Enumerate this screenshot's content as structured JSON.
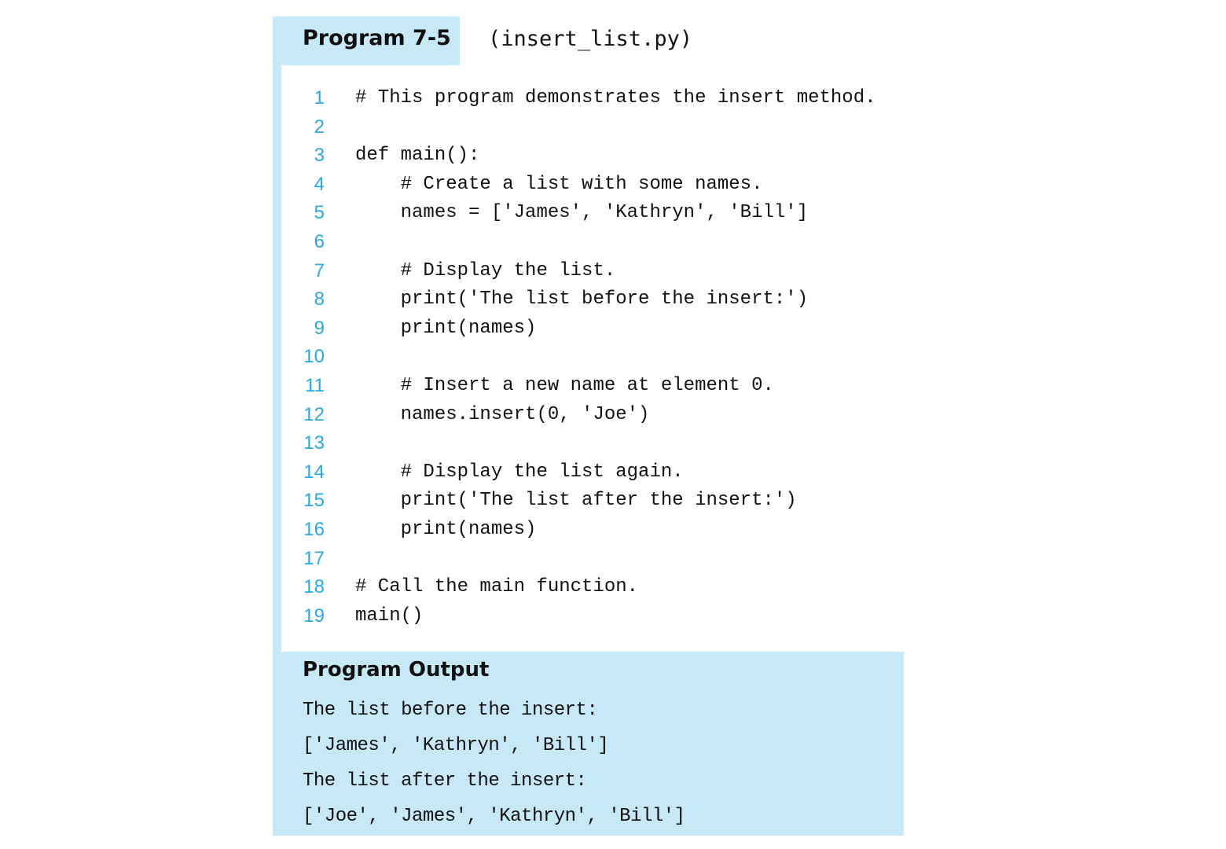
{
  "program": {
    "title": "Program 7-5",
    "filename": "(insert_list.py)"
  },
  "code_lines": [
    {
      "number": "1",
      "text": "# This program demonstrates the insert method."
    },
    {
      "number": "2",
      "text": ""
    },
    {
      "number": "3",
      "text": "def main():"
    },
    {
      "number": "4",
      "text": "    # Create a list with some names."
    },
    {
      "number": "5",
      "text": "    names = ['James', 'Kathryn', 'Bill']"
    },
    {
      "number": "6",
      "text": ""
    },
    {
      "number": "7",
      "text": "    # Display the list."
    },
    {
      "number": "8",
      "text": "    print('The list before the insert:')"
    },
    {
      "number": "9",
      "text": "    print(names)"
    },
    {
      "number": "10",
      "text": ""
    },
    {
      "number": "11",
      "text": "    # Insert a new name at element 0."
    },
    {
      "number": "12",
      "text": "    names.insert(0, 'Joe')"
    },
    {
      "number": "13",
      "text": ""
    },
    {
      "number": "14",
      "text": "    # Display the list again."
    },
    {
      "number": "15",
      "text": "    print('The list after the insert:')"
    },
    {
      "number": "16",
      "text": "    print(names)"
    },
    {
      "number": "17",
      "text": ""
    },
    {
      "number": "18",
      "text": "# Call the main function."
    },
    {
      "number": "19",
      "text": "main()"
    }
  ],
  "output": {
    "title": "Program Output",
    "lines": [
      "The list before the insert:",
      "['James', 'Kathryn', 'Bill']",
      "The list after the insert:",
      "['Joe', 'James', 'Kathryn', 'Bill']"
    ]
  },
  "colors": {
    "panel_background": "#c6e8f7",
    "line_number": "#28a8e8",
    "text": "#111111"
  }
}
